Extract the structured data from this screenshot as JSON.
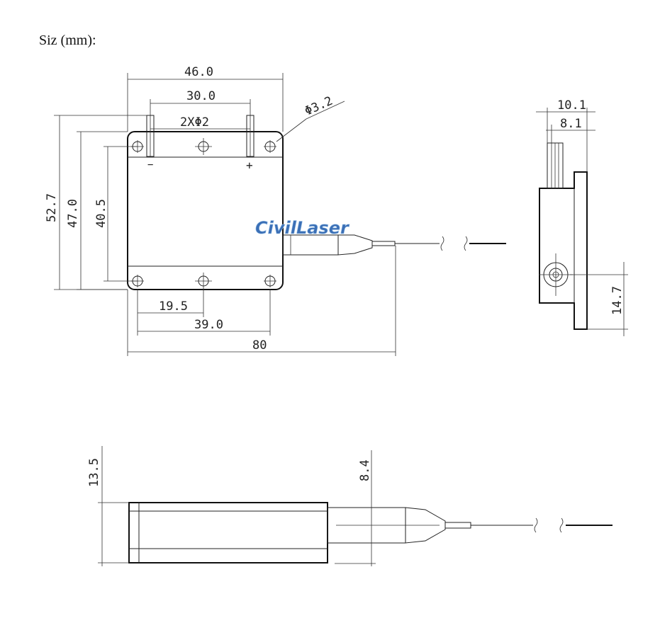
{
  "caption": "Siz (mm):",
  "watermark": "CivilLaser",
  "colors": {
    "line": "#222222",
    "watermark": "#3b6fb6",
    "watermark_highlight": "#9ec4e8"
  },
  "dimensions": {
    "width_46": "46.0",
    "hole_spacing_30": "30.0",
    "pin_holes": "2XΦ2",
    "hole_diameter": "Φ3.2",
    "height_52_7": "52.7",
    "height_47": "47.0",
    "height_40_5": "40.5",
    "offset_19_5": "19.5",
    "spacing_39": "39.0",
    "length_80": "80",
    "side_10_1": "10.1",
    "side_8_1": "8.1",
    "side_14_7": "14.7",
    "bottom_13_5": "13.5",
    "bottom_8_4": "8.4"
  },
  "pin_marks": {
    "minus": "−",
    "plus": "+"
  }
}
